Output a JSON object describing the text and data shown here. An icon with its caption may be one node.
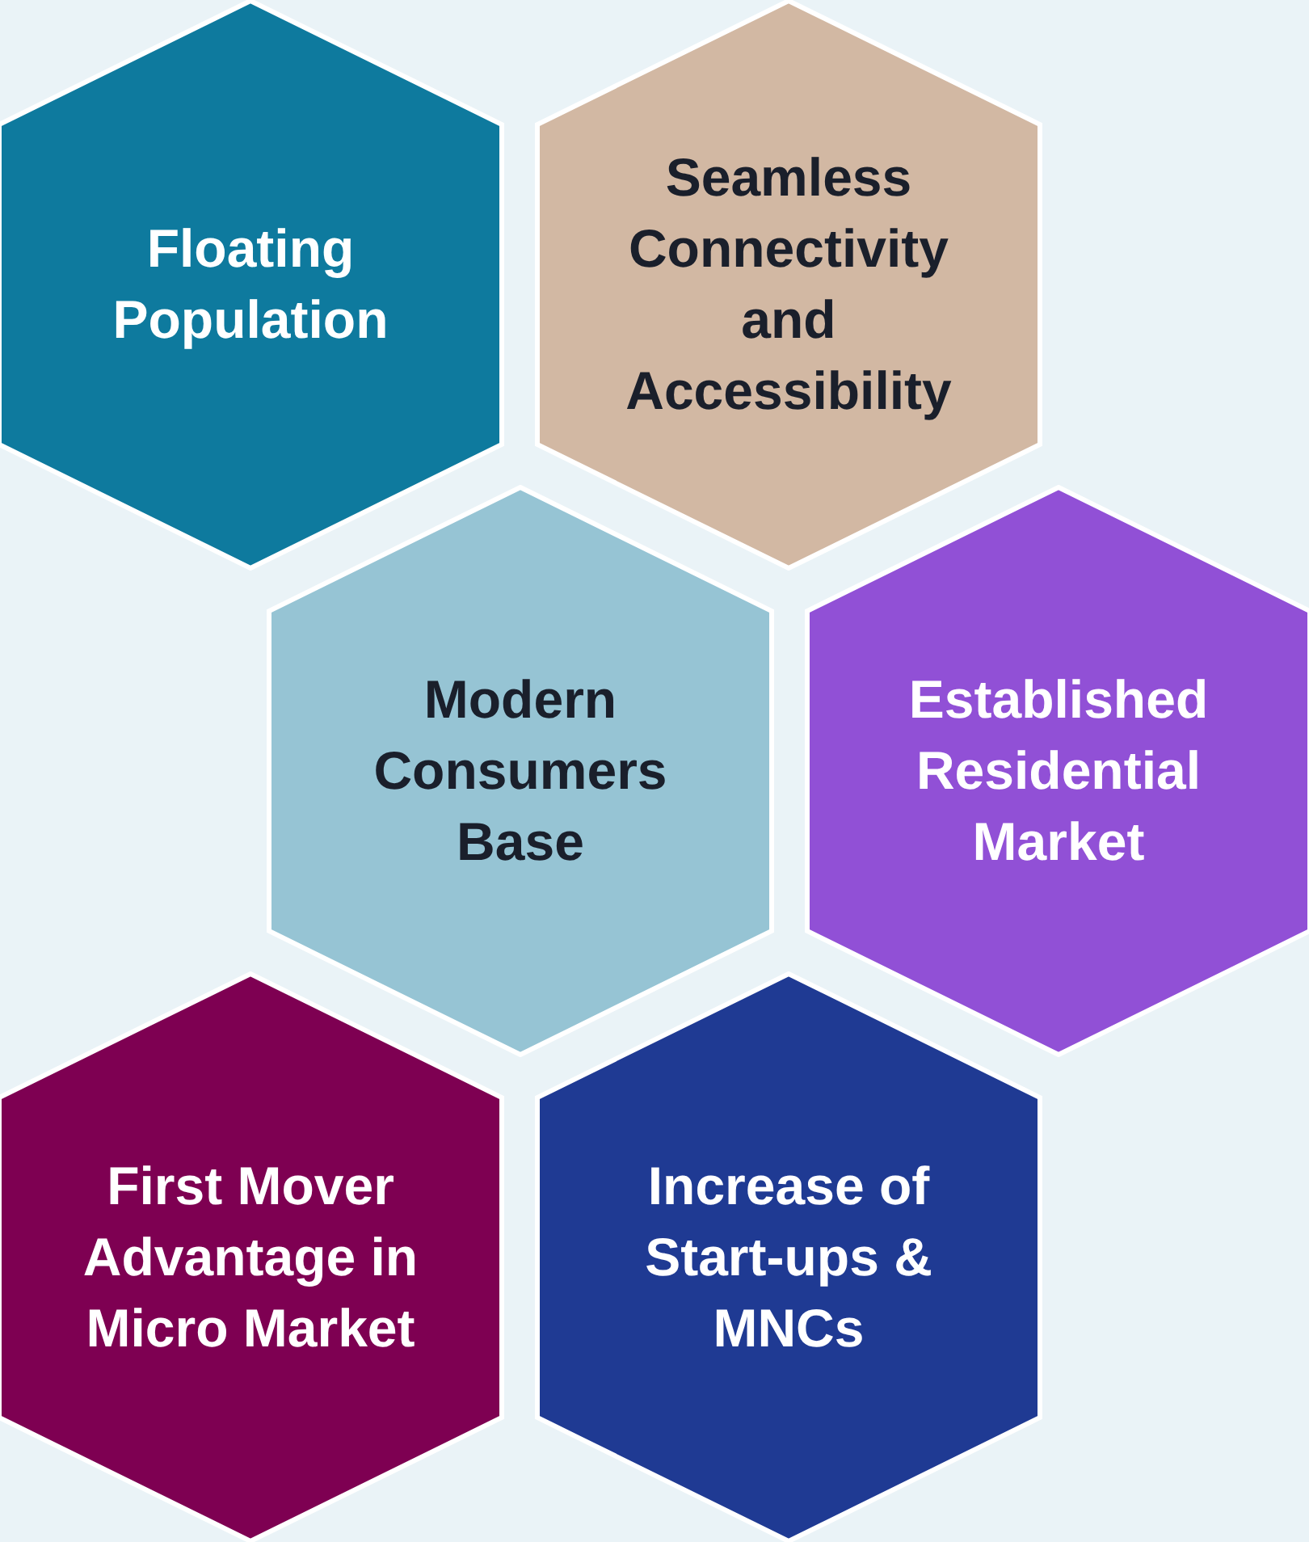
{
  "diagram": {
    "nodes": [
      {
        "text": [
          "Floating Population"
        ]
      },
      {
        "text": [
          "Seamless Connectivity and Accessibility"
        ]
      },
      {
        "text": [
          "Modern Consumers Base"
        ]
      },
      {
        "text": [
          "Established Residential Market"
        ]
      },
      {
        "text": [
          "First Mover Advantage in Micro Market"
        ]
      },
      {
        "text": [
          "Increase of Start-ups & MNCs"
        ]
      }
    ]
  }
}
